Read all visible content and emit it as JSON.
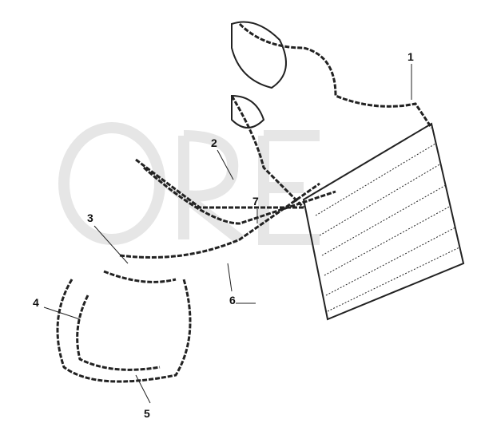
{
  "diagram": {
    "callouts": [
      {
        "id": "1",
        "label": "1"
      },
      {
        "id": "2",
        "label": "2"
      },
      {
        "id": "3",
        "label": "3"
      },
      {
        "id": "4",
        "label": "4"
      },
      {
        "id": "5",
        "label": "5"
      },
      {
        "id": "6",
        "label": "6"
      },
      {
        "id": "7",
        "label": "7"
      }
    ],
    "colors": {
      "line": "#222222",
      "watermark": "#e6e6e6",
      "background": "#ffffff"
    }
  }
}
